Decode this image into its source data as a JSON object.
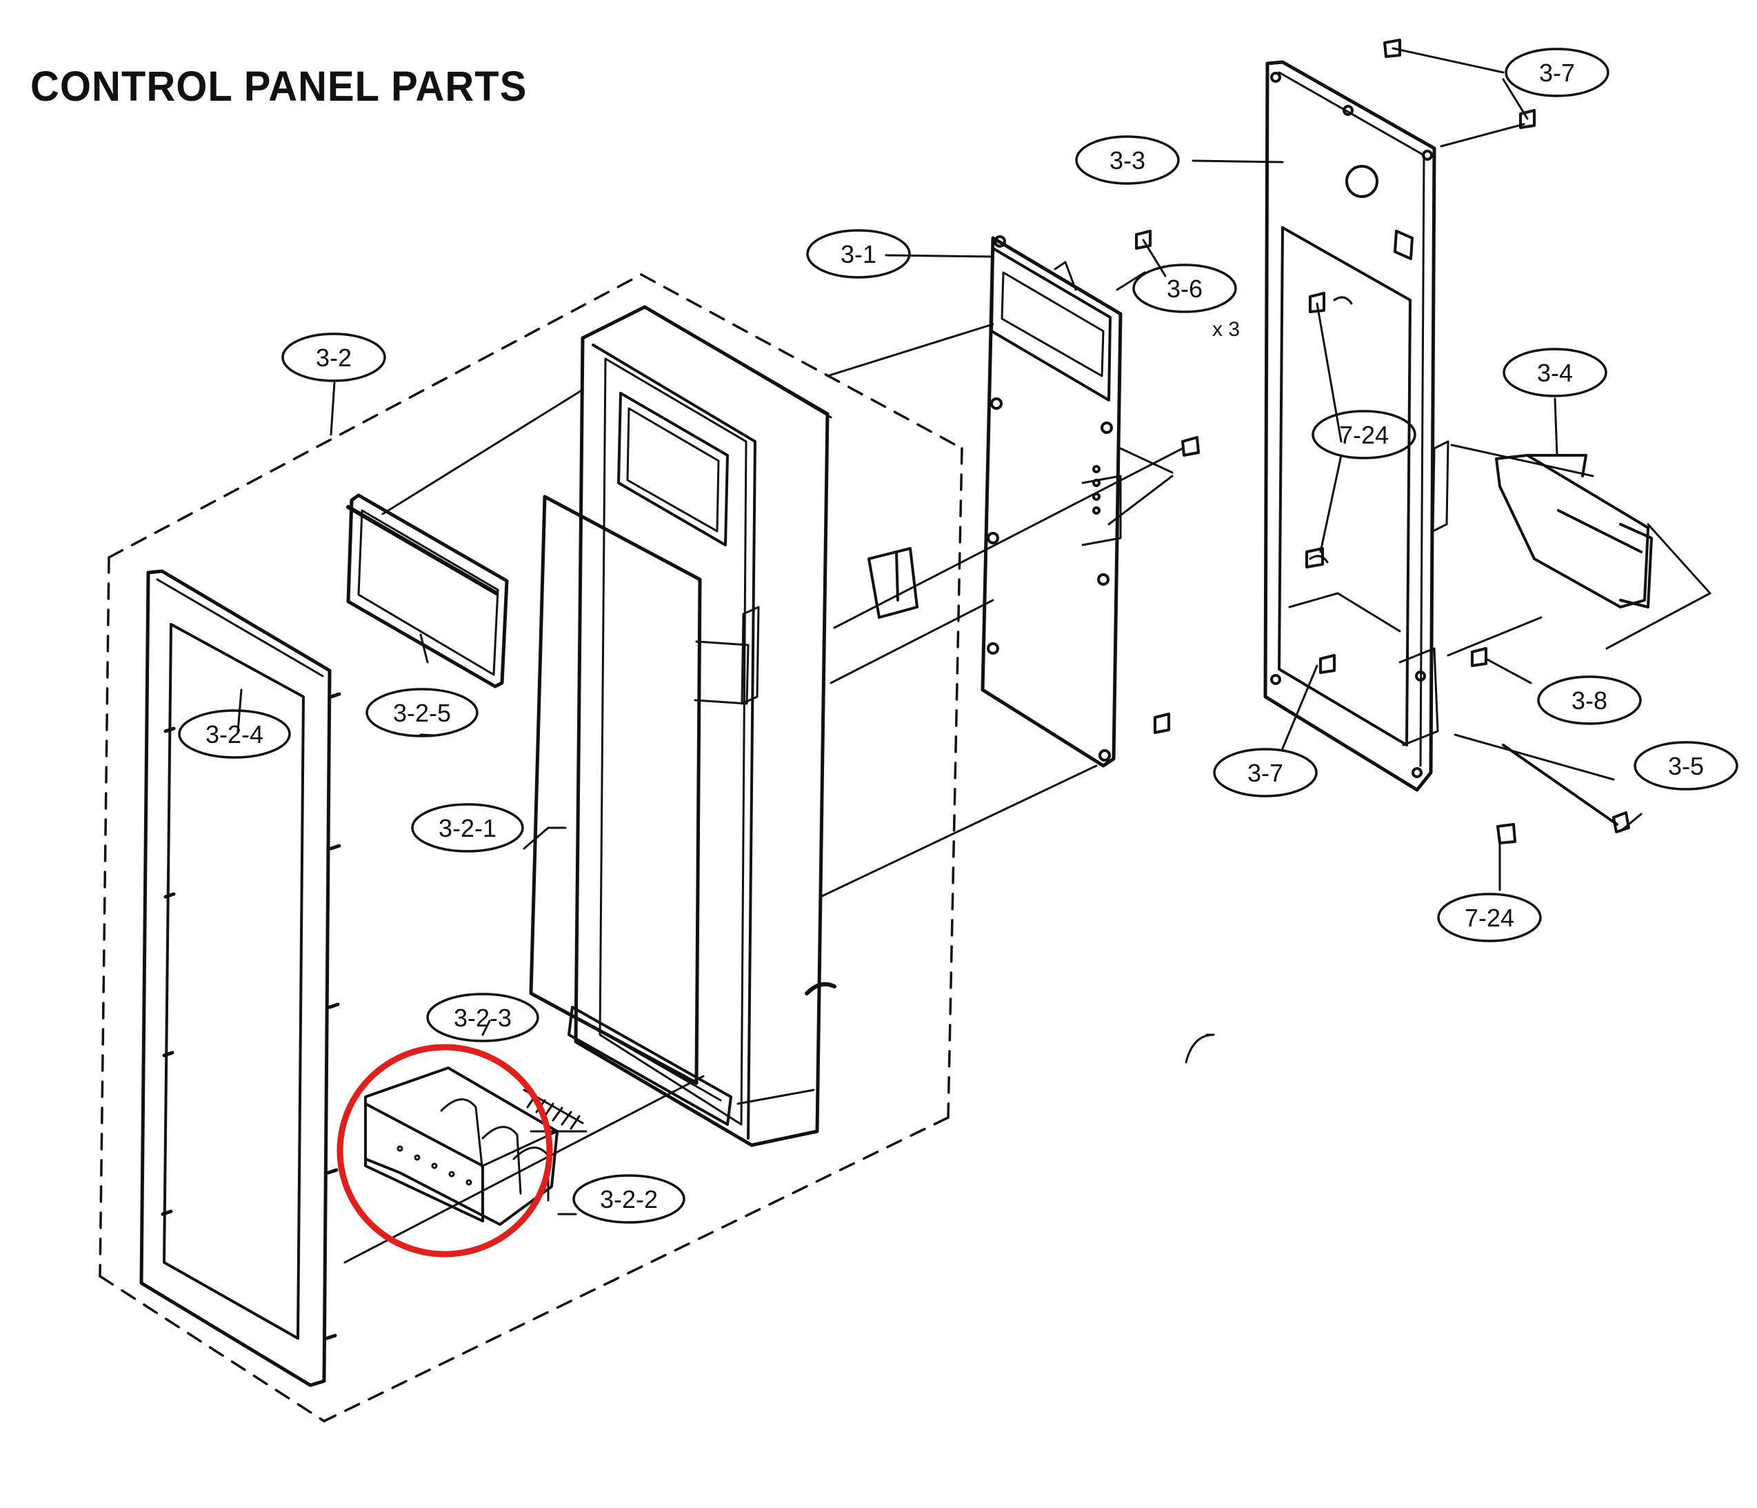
{
  "title": "CONTROL PANEL PARTS",
  "labels": {
    "p3_7a": "3-7",
    "p3_3": "3-3",
    "p3_1": "3-1",
    "p3_6": "3-6",
    "x3": "x 3",
    "p3_2": "3-2",
    "p3_4": "3-4",
    "p7_24a": "7-24",
    "p3_2_5": "3-2-5",
    "p3_2_4": "3-2-4",
    "p3_8": "3-8",
    "p3_7b": "3-7",
    "p3_5": "3-5",
    "p3_2_1": "3-2-1",
    "p7_24b": "7-24",
    "p3_2_3": "3-2-3",
    "p3_2_2": "3-2-2"
  },
  "highlight_color": "#e0201c",
  "line_color": "#111111"
}
